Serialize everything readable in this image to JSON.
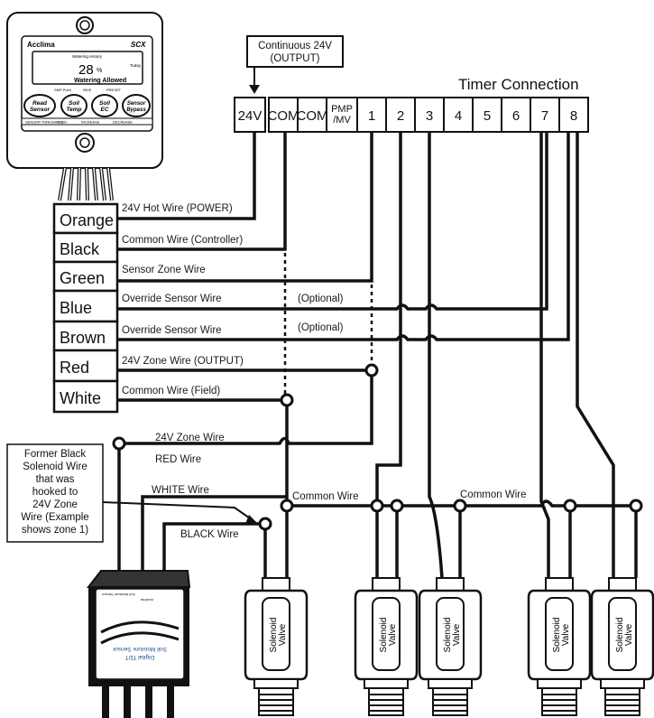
{
  "controller": {
    "brand": "Acclima",
    "model": "SCX",
    "history_label": "Watering History",
    "today_label": "Today",
    "reading": "28",
    "unit": "%",
    "status": "Watering Allowed",
    "buttons": [
      "Read Sensor",
      "Soil Temp",
      "Soil EC",
      "Sensor Bypass"
    ],
    "top_tags": [
      "SMP Point",
      "RE/E",
      "PRESET"
    ],
    "bottom_tags": [
      "SENSOR THRESHOLD",
      "HOLD",
      "INCREASE",
      "DECREASE"
    ]
  },
  "continuous_note": [
    "Continuous 24V",
    "(OUTPUT)"
  ],
  "timer": {
    "title": "Timer Connection",
    "terminals": [
      "24V",
      "COM",
      "COM",
      "PMP /MV",
      "1",
      "2",
      "3",
      "4",
      "5",
      "6",
      "7",
      "8"
    ]
  },
  "wires": [
    {
      "color": "Orange",
      "label": "24V Hot Wire (POWER)"
    },
    {
      "color": "Black",
      "label": "Common Wire (Controller)"
    },
    {
      "color": "Green",
      "label": "Sensor Zone Wire"
    },
    {
      "color": "Blue",
      "label": "Override Sensor Wire"
    },
    {
      "color": "Brown",
      "label": "Override Sensor Wire"
    },
    {
      "color": "Red",
      "label": "24V Zone Wire (OUTPUT)"
    },
    {
      "color": "White",
      "label": "Common Wire (Field)"
    }
  ],
  "optional_label": "(Optional)",
  "field_labels": {
    "zone_wire": "24V Zone Wire",
    "red_wire": "RED Wire",
    "white_wire": "WHITE Wire",
    "black_wire": "BLACK Wire",
    "common_wire": "Common Wire"
  },
  "former_note": [
    "Former Black",
    "Solenoid Wire",
    "that was",
    "hooked to",
    "24V Zone",
    "Wire (Example",
    "shows zone 1)"
  ],
  "valve_label": [
    "Solenoid",
    "Valve"
  ],
  "sensor": {
    "brand": "Acclima",
    "line1": "Digital TDT",
    "line2": "Soil Moisture Sensor",
    "small": "Soil Moisture Sensor"
  }
}
